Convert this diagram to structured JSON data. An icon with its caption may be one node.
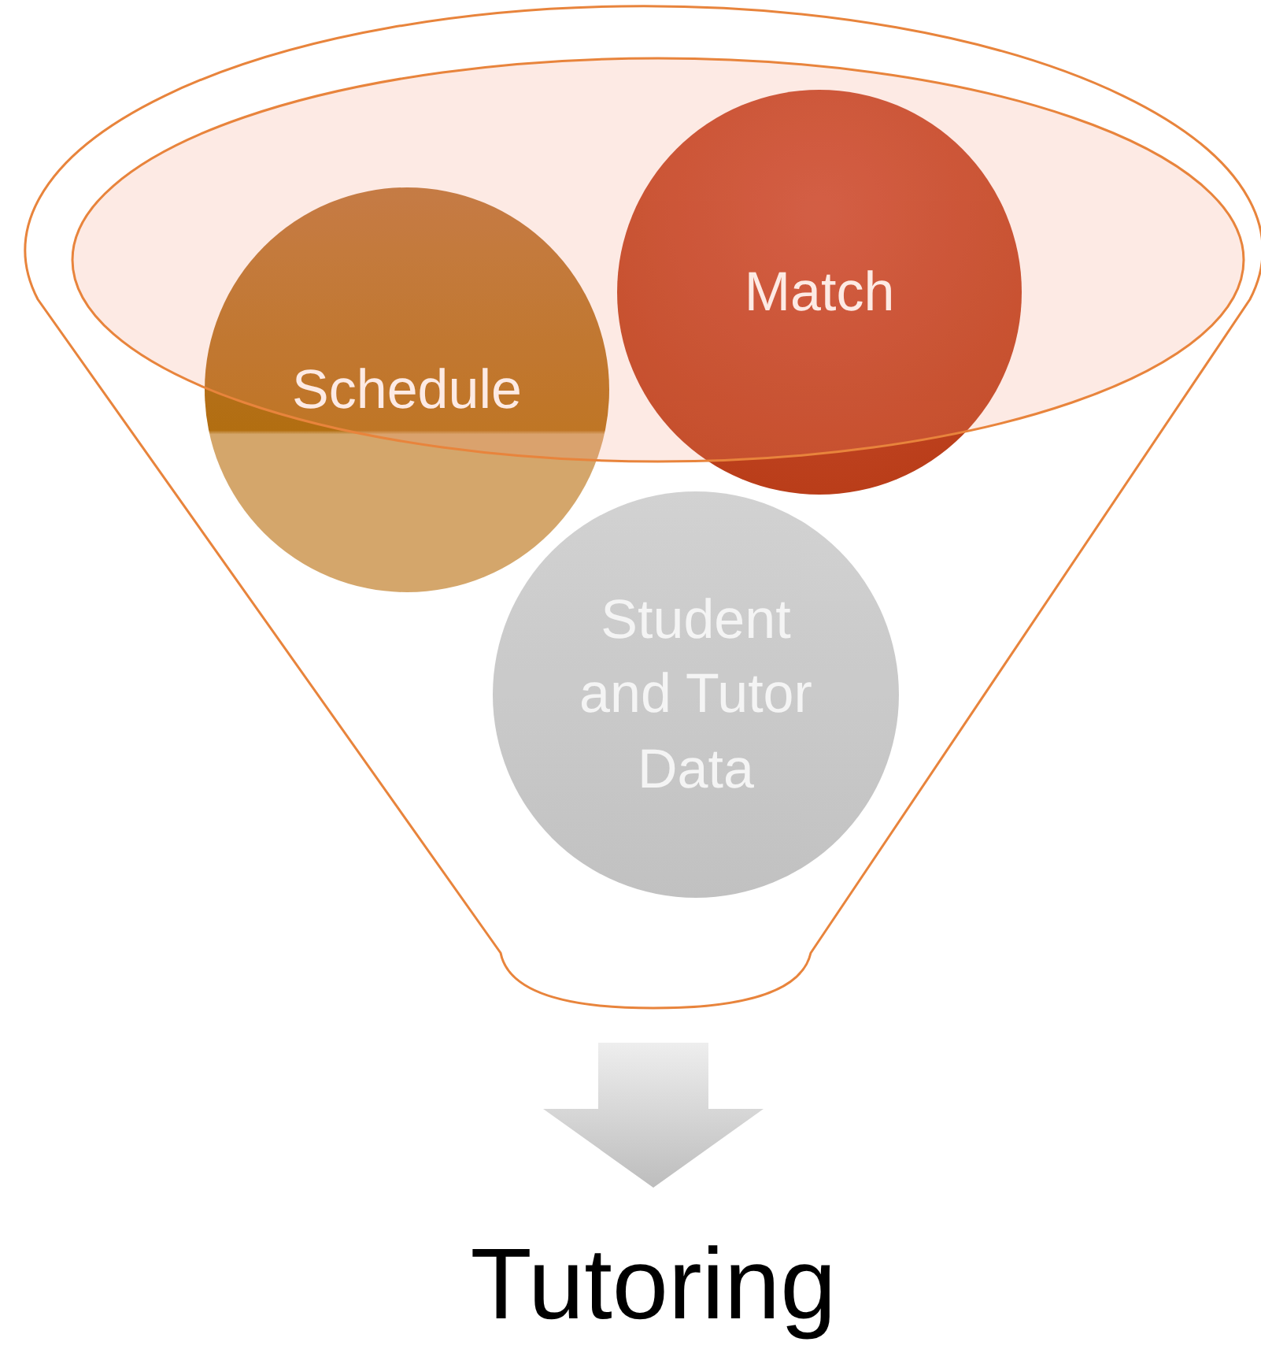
{
  "diagram": {
    "nodes": [
      {
        "text": [],
        "shape": "funnel"
      },
      {
        "text": [
          "Match"
        ],
        "in": 0
      },
      {
        "text": [
          "Schedule"
        ],
        "in": 0
      },
      {
        "text": [
          "Student and Tutor Data"
        ],
        "in": 0
      },
      {
        "text": [
          "Tutoring"
        ]
      }
    ],
    "edges": [
      {
        "from": 0,
        "to": 4,
        "arrow": "to"
      }
    ]
  }
}
